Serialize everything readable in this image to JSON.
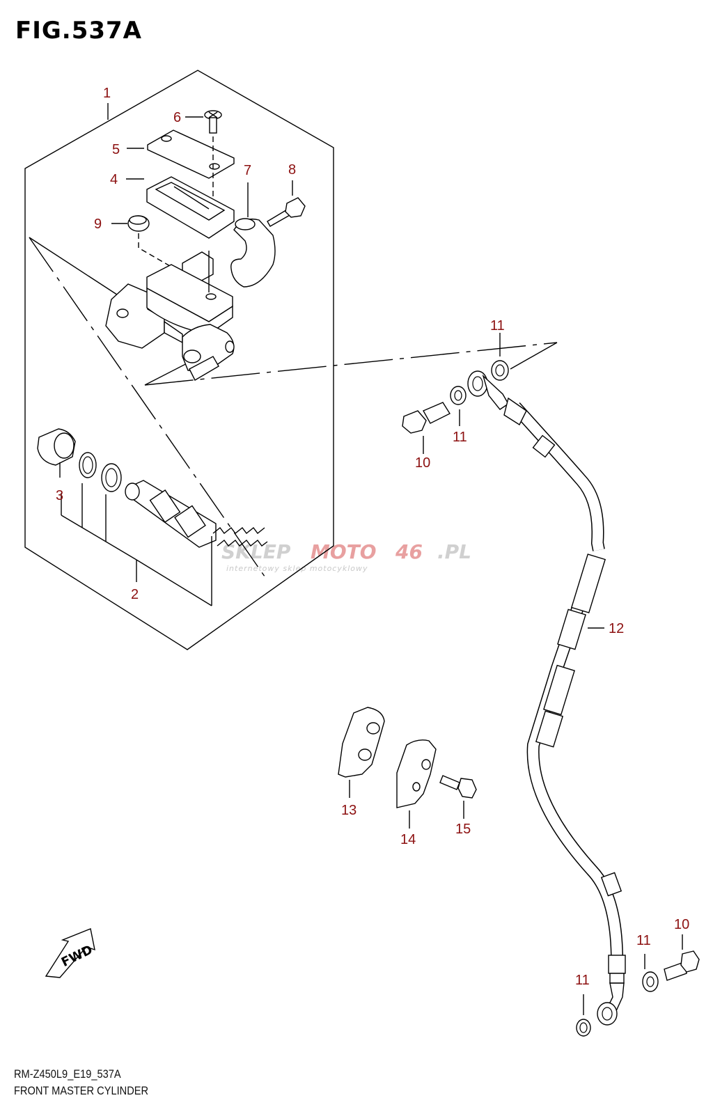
{
  "figure": {
    "title": "FIG.537A"
  },
  "callouts": {
    "c1": "1",
    "c2": "2",
    "c3": "3",
    "c4": "4",
    "c5": "5",
    "c6": "6",
    "c7": "7",
    "c8": "8",
    "c9": "9",
    "c10a": "10",
    "c10b": "10",
    "c11a": "11",
    "c11b": "11",
    "c11c": "11",
    "c11d": "11",
    "c12": "12",
    "c13": "13",
    "c14": "14",
    "c15": "15"
  },
  "fwd_label": "FWD",
  "watermark": {
    "main_a": "SKLEP",
    "main_b": "MOTO",
    "main_c": "46",
    "main_d": ".PL",
    "sub": "internetowy sklep motocyklowy"
  },
  "footer": {
    "code": "RM-Z450L9_E19_537A",
    "name": "FRONT MASTER CYLINDER"
  },
  "colors": {
    "callout": "#8c1010",
    "line": "#000000",
    "watermark_red": "#e8a0a0",
    "watermark_grey": "#d0d0d0"
  }
}
